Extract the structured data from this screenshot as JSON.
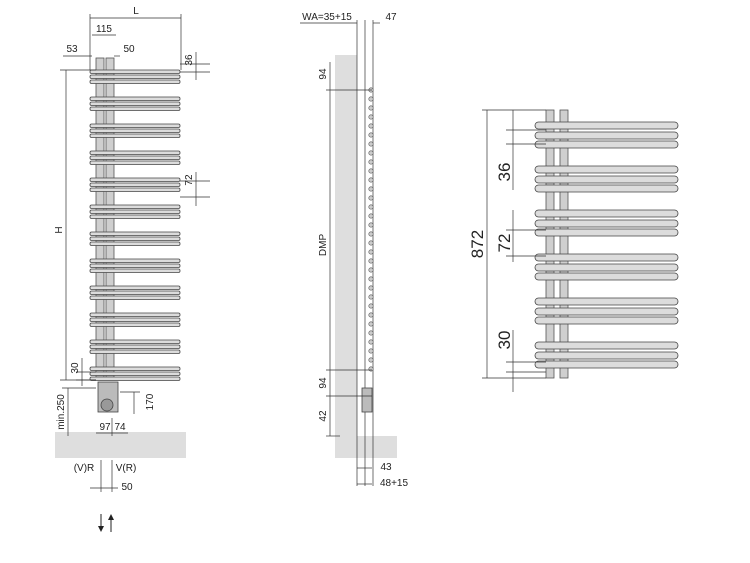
{
  "front_view": {
    "width_label": "L",
    "dim_115": "115",
    "dim_53": "53",
    "dim_50_top": "50",
    "dim_36": "36",
    "dim_72": "72",
    "height_label": "H",
    "dim_30": "30",
    "dim_min250": "min.250",
    "dim_170": "170",
    "dim_97": "97",
    "dim_74": "74",
    "label_vr": "(V)R",
    "label_rv": "V(R)",
    "dim_50_bottom": "50"
  },
  "side_view": {
    "dim_wa": "WA=35+15",
    "dim_47": "47",
    "dim_94_top": "94",
    "dim_dmp": "DMP",
    "dim_94_bottom": "94",
    "dim_42": "42",
    "dim_43": "43",
    "dim_48_15": "48+15"
  },
  "detail_view": {
    "dim_872": "872",
    "dim_36": "36",
    "dim_72": "72",
    "dim_30": "30"
  }
}
